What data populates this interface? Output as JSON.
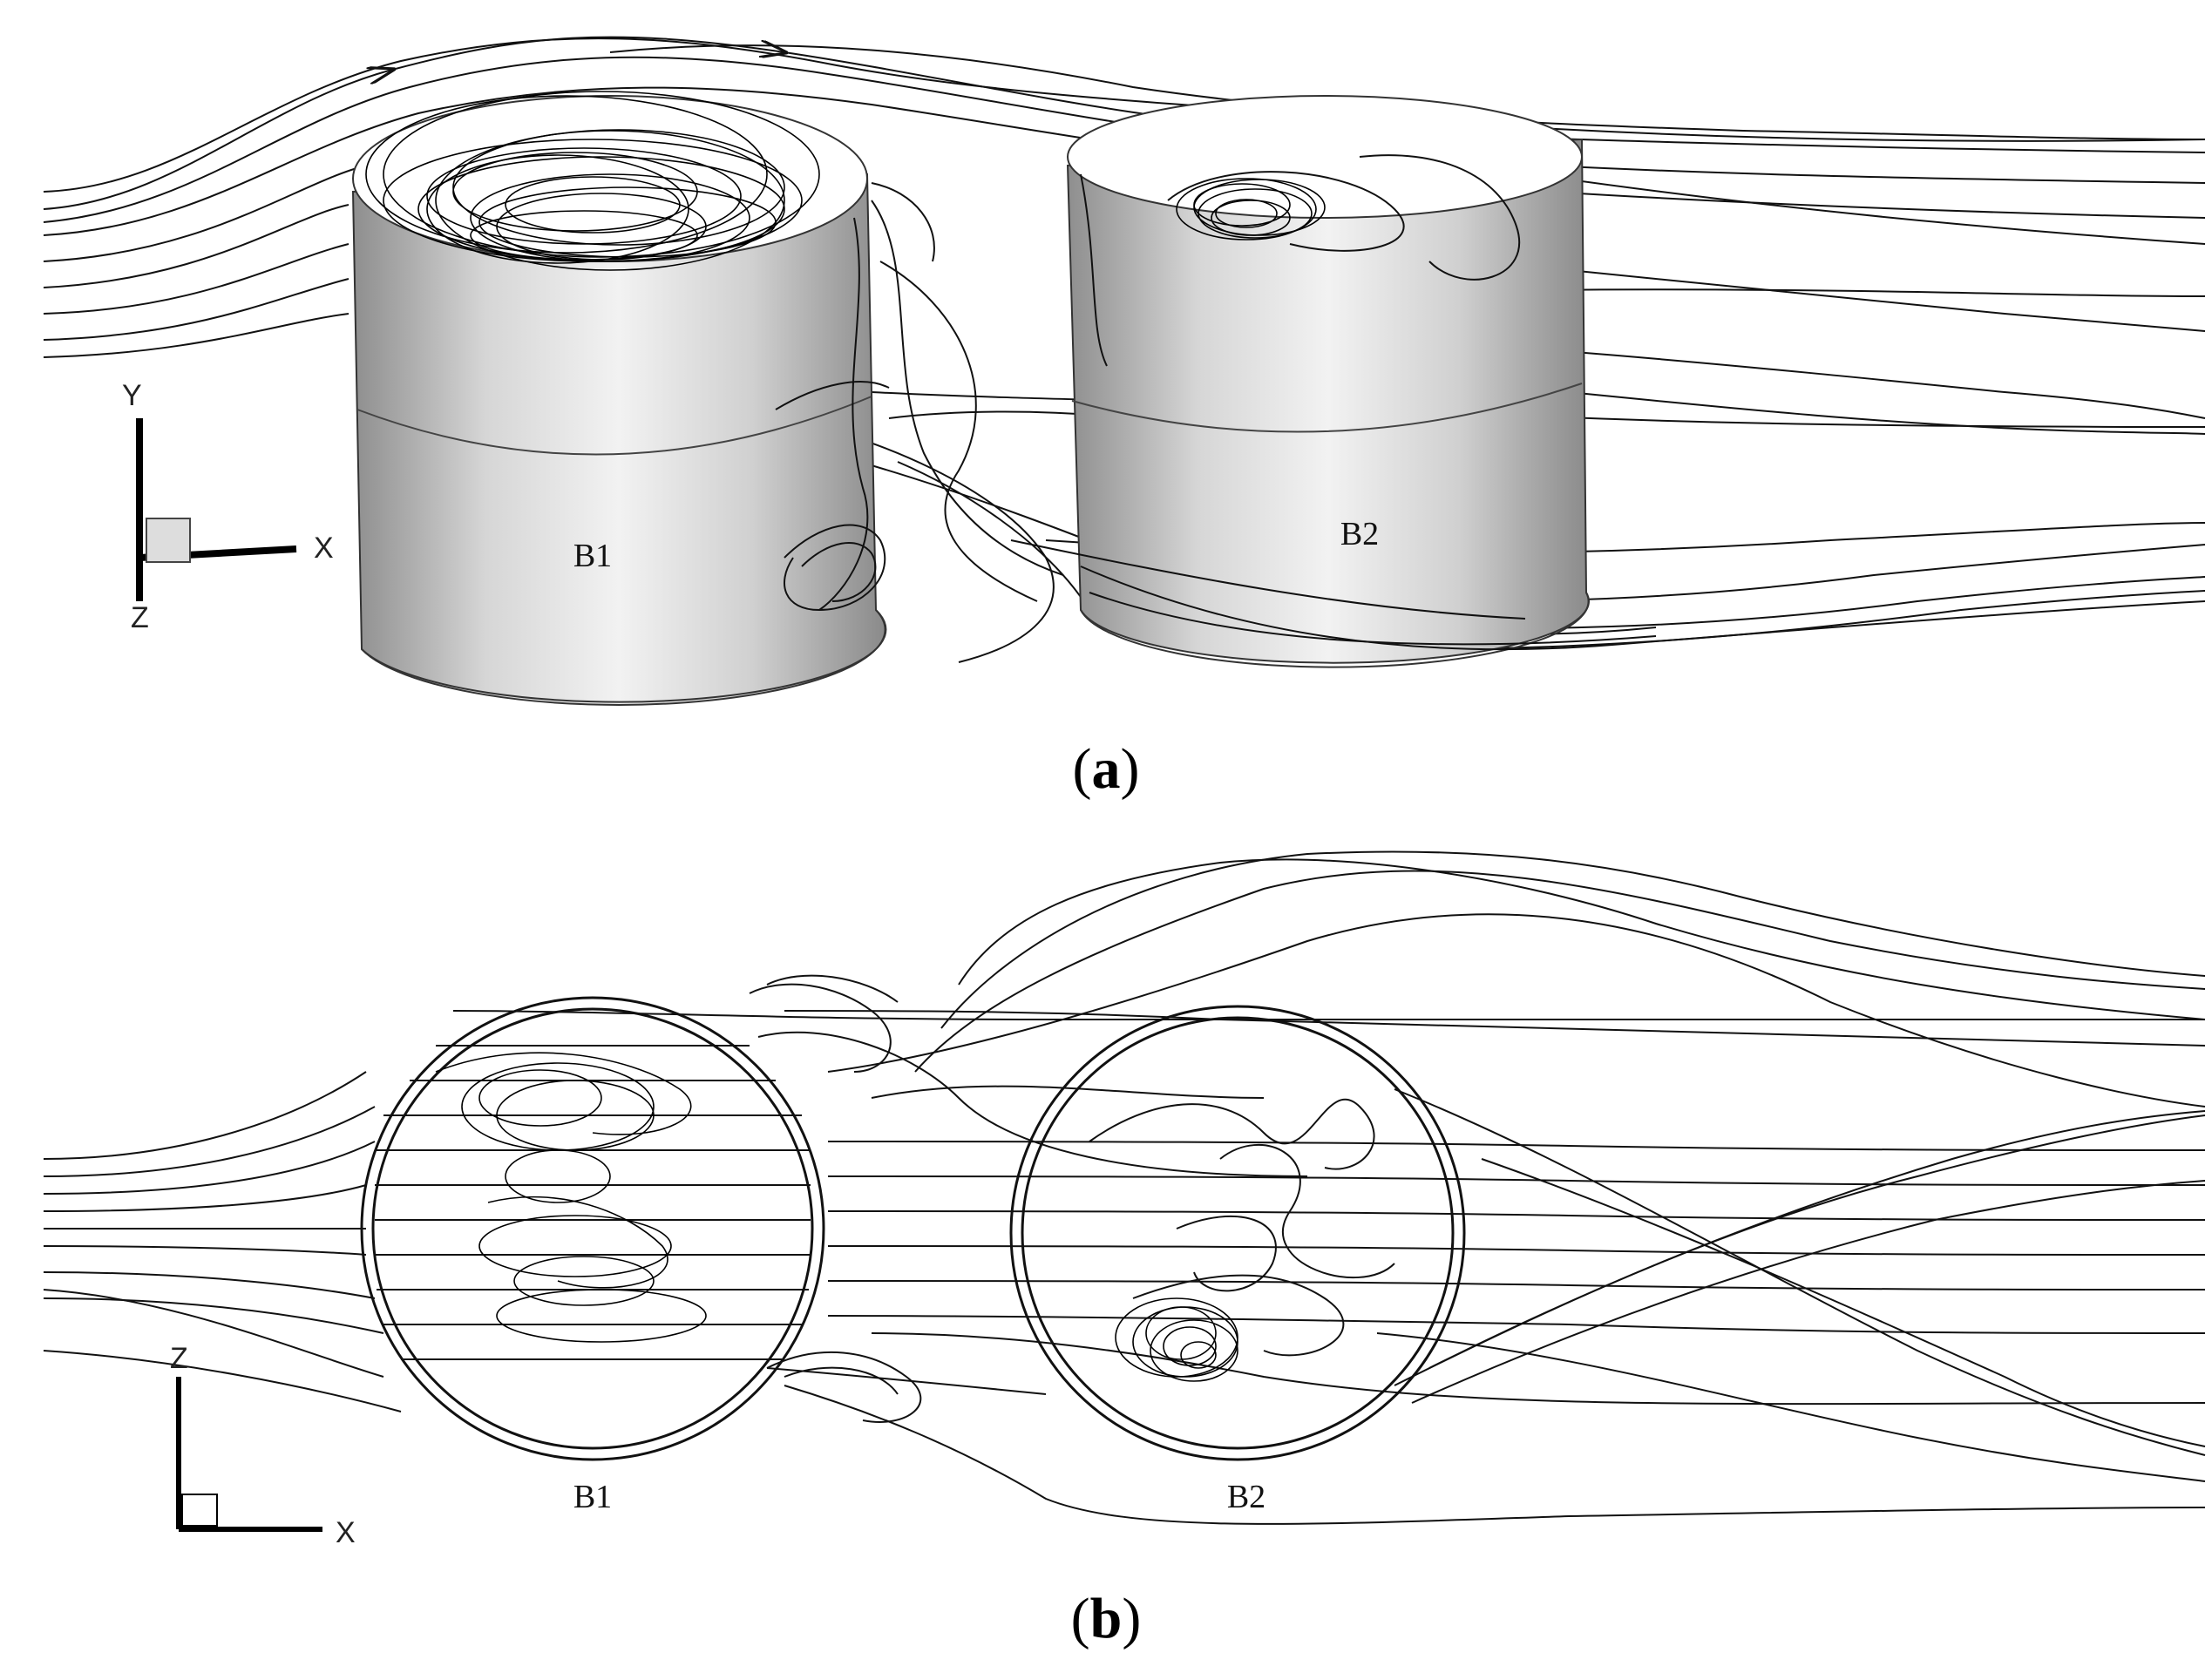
{
  "panel_a": {
    "caption_open": "(",
    "caption_letter": "a",
    "caption_close": ")",
    "body1_label": "B1",
    "body2_label": "B2",
    "axis": {
      "vertical": "Y",
      "horizontal": "X",
      "depth": "Z"
    }
  },
  "panel_b": {
    "caption_open": "(",
    "caption_letter": "b",
    "caption_close": ")",
    "body1_label": "B1",
    "body2_label": "B2",
    "axis": {
      "vertical": "Z",
      "horizontal": "X"
    }
  },
  "colors": {
    "streamline": "#111111",
    "cylinder_light": "#e8e8e8",
    "cylinder_dark": "#9a9a9a",
    "background": "#ffffff"
  }
}
